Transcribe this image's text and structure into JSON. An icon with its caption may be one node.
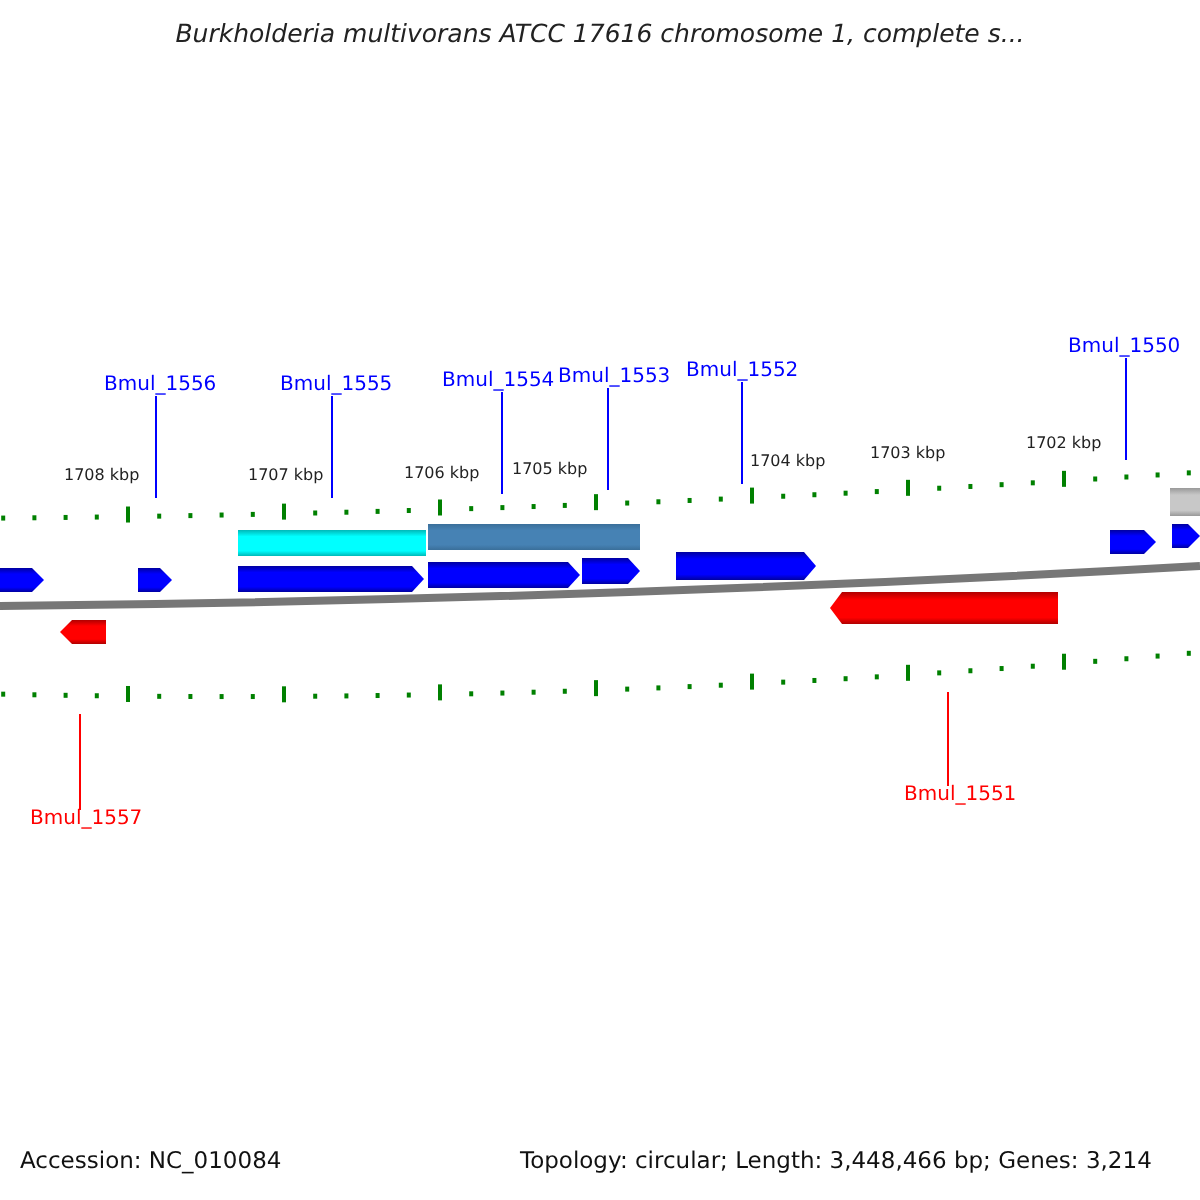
{
  "diagram": {
    "title": "Burkholderia multivorans ATCC 17616 chromosome 1, complete s...",
    "nodes": [
      {
        "text": [
          "Bmul_1556"
        ]
      },
      {
        "text": [
          "Bmul_1555"
        ]
      },
      {
        "text": [
          "Bmul_1554"
        ]
      },
      {
        "text": [
          "Bmul_1553"
        ]
      },
      {
        "text": [
          "Bmul_1552"
        ]
      },
      {
        "text": [
          "Bmul_1550"
        ]
      },
      {
        "text": [
          "Bmul_1557"
        ]
      },
      {
        "text": [
          "Bmul_1551"
        ]
      }
    ],
    "edges": [
      {
        "from": 0,
        "to": null,
        "arrow": "none"
      },
      {
        "from": 1,
        "to": null,
        "arrow": "none"
      },
      {
        "from": 2,
        "to": null,
        "arrow": "none"
      },
      {
        "from": 3,
        "to": null,
        "arrow": "none"
      },
      {
        "from": 4,
        "to": null,
        "arrow": "none"
      },
      {
        "from": 5,
        "to": null,
        "arrow": "none"
      },
      {
        "from": 6,
        "to": null,
        "arrow": "none",
        "color": "#ff0000"
      },
      {
        "from": 7,
        "to": null,
        "arrow": "none",
        "color": "#ff0000"
      }
    ],
    "labels": [
      "1708 kbp",
      "1707 kbp",
      "1706 kbp",
      "1705 kbp",
      "1704 kbp",
      "1703 kbp",
      "1702 kbp",
      "Accession: NC_010084",
      "Topology: circular; Length: 3,448,466 bp; Genes: 3,214"
    ]
  }
}
